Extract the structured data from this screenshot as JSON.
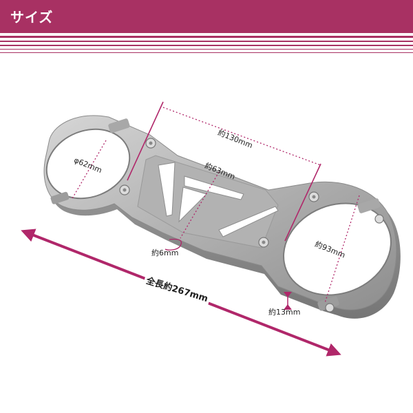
{
  "header": {
    "title": "サイズ",
    "color": "#a83163"
  },
  "dimensions": {
    "bar_width": "約130mm",
    "inner_diameter_left": "φ62mm",
    "center_height": "約63mm",
    "plate_thickness": "約6mm",
    "outer_diameter_right": "約93mm",
    "clamp_thickness": "約13mm",
    "overall_length": "全長約267mm"
  },
  "colors": {
    "accent": "#a83163",
    "dimension_line": "#b0276a",
    "metal": "#b9b9b9"
  }
}
